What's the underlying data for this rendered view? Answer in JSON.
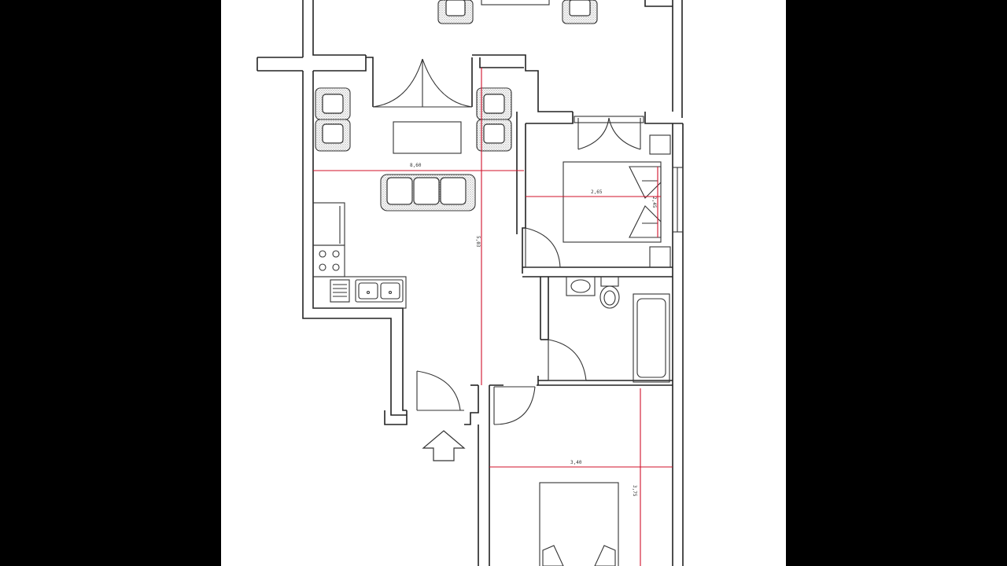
{
  "colors": {
    "background": "#000000",
    "sheet": "#ffffff",
    "walls": "#222222",
    "dimension_lines": "#d0102a"
  },
  "dimensions": {
    "living_width": "8,60",
    "living_depth": "5,03",
    "bedroom1_width": "2,65",
    "bedroom1_depth": "2,45",
    "bedroom2_width": "3,40",
    "bedroom2_depth": "3,75"
  },
  "icons": [
    "entry-arrow-icon",
    "door-swing-icon",
    "armchair-icon",
    "sofa-icon",
    "bed-icon",
    "stove-icon",
    "sink-icon",
    "toilet-icon",
    "bathtub-icon"
  ]
}
